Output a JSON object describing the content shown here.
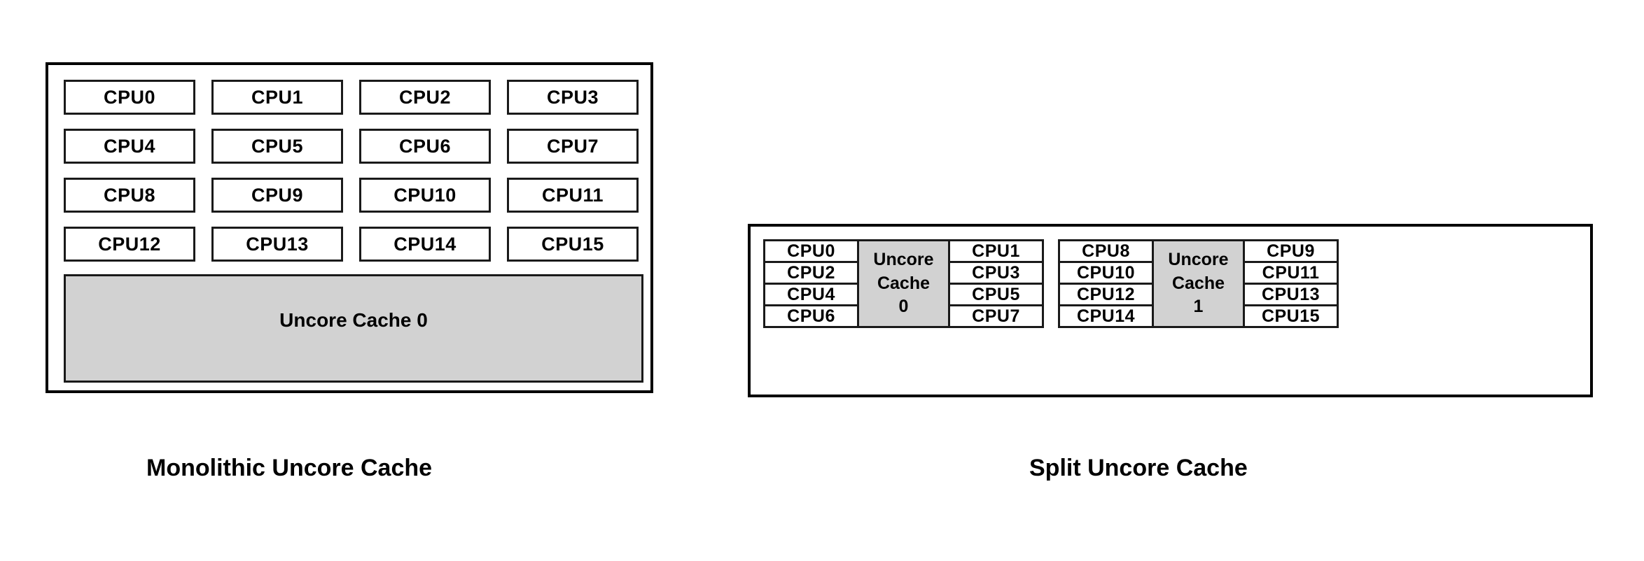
{
  "diagram": {
    "title_left": "Monolithic Uncore Cache",
    "title_right": "Split Uncore Cache",
    "colors": {
      "cache_fill": "#d2d2d2",
      "box_fill": "#ffffff",
      "border": "#000000",
      "text": "#000000"
    }
  },
  "monolithic": {
    "caption": "Monolithic Uncore Cache",
    "cpu_rows": [
      [
        "CPU0",
        "CPU1",
        "CPU2",
        "CPU3"
      ],
      [
        "CPU4",
        "CPU5",
        "CPU6",
        "CPU7"
      ],
      [
        "CPU8",
        "CPU9",
        "CPU10",
        "CPU11"
      ],
      [
        "CPU12",
        "CPU13",
        "CPU14",
        "CPU15"
      ]
    ],
    "cache_label": "Uncore Cache 0"
  },
  "split": {
    "caption": "Split Uncore Cache",
    "groups": [
      {
        "left_column": [
          "CPU0",
          "CPU2",
          "CPU4",
          "CPU6"
        ],
        "cache_line1": "Uncore",
        "cache_line2": "Cache",
        "cache_line3": "0",
        "right_column": [
          "CPU1",
          "CPU3",
          "CPU5",
          "CPU7"
        ]
      },
      {
        "left_column": [
          "CPU8",
          "CPU10",
          "CPU12",
          "CPU14"
        ],
        "cache_line1": "Uncore",
        "cache_line2": "Cache",
        "cache_line3": "1",
        "right_column": [
          "CPU9",
          "CPU11",
          "CPU13",
          "CPU15"
        ]
      }
    ]
  }
}
